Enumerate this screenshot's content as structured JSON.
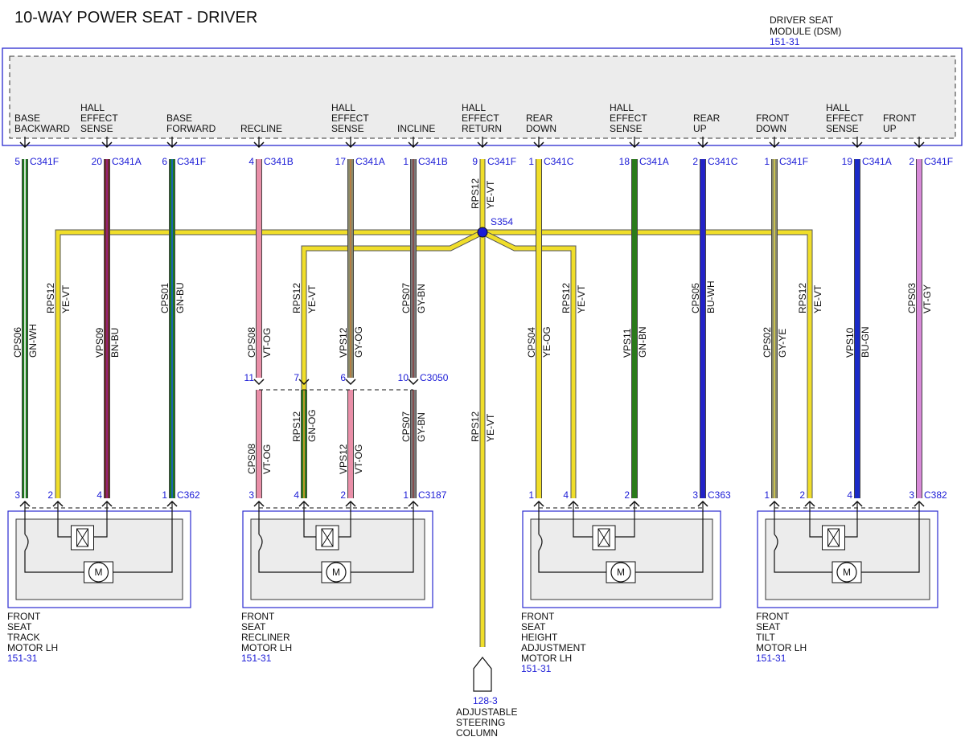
{
  "title": "10-WAY POWER SEAT - DRIVER",
  "module": {
    "name_lines": [
      "DRIVER SEAT",
      "MODULE (DSM)"
    ],
    "ref": "151-31"
  },
  "splice": {
    "label": "S354"
  },
  "inline": {
    "label": "C3050"
  },
  "colors": {
    "GN-WH": [
      "#1b7a1b",
      "#ffffff"
    ],
    "YE-VT": [
      "#f0de2a",
      "#f0de2a"
    ],
    "BN-BU": [
      "#6e2a2a",
      "#a0208a"
    ],
    "GN-BU": [
      "#1b7a1b",
      "#1a5cd6"
    ],
    "VT-OG": [
      "#e98fa8",
      "#e98fa8"
    ],
    "GY-OG": [
      "#8a8a6a",
      "#c07a3a"
    ],
    "GY-BN": [
      "#7a7a7a",
      "#8a4040"
    ],
    "YE-OG": [
      "#f0de2a",
      "#f0de2a"
    ],
    "GN-BN": [
      "#2a7a1a",
      "#2a7a1a"
    ],
    "BU-WH": [
      "#2323c8",
      "#2323c8"
    ],
    "GY-YE": [
      "#8a8a6a",
      "#d8cf4a"
    ],
    "BU-GN": [
      "#1a2ac8",
      "#1a2ac8"
    ],
    "VT-GY": [
      "#d88ad8",
      "#d88ad8"
    ],
    "GN-OG": [
      "#2a7a1a",
      "#e0a030"
    ]
  },
  "module_pins": [
    {
      "label_lines": [
        "BASE",
        "BACKWARD"
      ],
      "pin": "5",
      "conn": "C341F"
    },
    {
      "label_lines": [
        "HALL",
        "EFFECT",
        "SENSE"
      ],
      "pin": "20",
      "conn": "C341A"
    },
    {
      "label_lines": [
        "BASE",
        "FORWARD"
      ],
      "pin": "6",
      "conn": "C341F"
    },
    {
      "label_lines": [
        "RECLINE"
      ],
      "pin": "4",
      "conn": "C341B"
    },
    {
      "label_lines": [
        "HALL",
        "EFFECT",
        "SENSE"
      ],
      "pin": "17",
      "conn": "C341A"
    },
    {
      "label_lines": [
        "INCLINE"
      ],
      "pin": "1",
      "conn": "C341B"
    },
    {
      "label_lines": [
        "HALL",
        "EFFECT",
        "RETURN"
      ],
      "pin": "9",
      "conn": "C341F"
    },
    {
      "label_lines": [
        "REAR",
        "DOWN"
      ],
      "pin": "1",
      "conn": "C341C"
    },
    {
      "label_lines": [
        "HALL",
        "EFFECT",
        "SENSE"
      ],
      "pin": "18",
      "conn": "C341A"
    },
    {
      "label_lines": [
        "REAR",
        "UP"
      ],
      "pin": "2",
      "conn": "C341C"
    },
    {
      "label_lines": [
        "FRONT",
        "DOWN"
      ],
      "pin": "1",
      "conn": "C341F"
    },
    {
      "label_lines": [
        "HALL",
        "EFFECT",
        "SENSE"
      ],
      "pin": "19",
      "conn": "C341A"
    },
    {
      "label_lines": [
        "FRONT",
        "UP"
      ],
      "pin": "2",
      "conn": "C341F"
    }
  ],
  "wires": [
    {
      "circuit": "CPS06",
      "color": "GN-WH"
    },
    {
      "circuit": "RPS12",
      "color": "YE-VT"
    },
    {
      "circuit": "VPS09",
      "color": "BN-BU"
    },
    {
      "circuit": "CPS01",
      "color": "GN-BU"
    },
    {
      "circuit": "CPS08",
      "color": "VT-OG"
    },
    {
      "circuit": "RPS12",
      "color": "YE-VT"
    },
    {
      "circuit": "VPS12",
      "color": "GY-OG"
    },
    {
      "circuit": "CPS07",
      "color": "GY-BN"
    },
    {
      "circuit": "RPS12",
      "color": "YE-VT"
    },
    {
      "circuit": "CPS04",
      "color": "YE-OG"
    },
    {
      "circuit": "RPS12",
      "color": "YE-VT"
    },
    {
      "circuit": "VPS11",
      "color": "GN-BN"
    },
    {
      "circuit": "CPS05",
      "color": "BU-WH"
    },
    {
      "circuit": "CPS02",
      "color": "GY-YE"
    },
    {
      "circuit": "RPS12",
      "color": "YE-VT"
    },
    {
      "circuit": "VPS10",
      "color": "BU-GN"
    },
    {
      "circuit": "CPS03",
      "color": "VT-GY"
    }
  ],
  "inline_pins": [
    "11",
    "7",
    "6",
    "10"
  ],
  "lower_wires": [
    {
      "circuit": "CPS08",
      "color": "VT-OG"
    },
    {
      "circuit": "RPS12",
      "color": "GN-OG"
    },
    {
      "circuit": "VPS12",
      "color": "VT-OG"
    },
    {
      "circuit": "CPS07",
      "color": "GY-BN"
    },
    {
      "circuit": "RPS12",
      "color": "YE-VT"
    }
  ],
  "motors": [
    {
      "name_lines": [
        "FRONT",
        "SEAT",
        "TRACK",
        "MOTOR LH"
      ],
      "ref": "151-31",
      "conn": "C362",
      "pins": [
        "3",
        "2",
        "4",
        "1"
      ],
      "symbol": "M"
    },
    {
      "name_lines": [
        "FRONT",
        "SEAT",
        "RECLINER",
        "MOTOR LH"
      ],
      "ref": "151-31",
      "conn": "C3187",
      "pins": [
        "3",
        "4",
        "2",
        "1"
      ],
      "symbol": "M"
    },
    {
      "name_lines": [
        "FRONT",
        "SEAT",
        "HEIGHT",
        "ADJUSTMENT",
        "MOTOR LH"
      ],
      "ref": "151-31",
      "conn": "C363",
      "pins": [
        "1",
        "4",
        "2",
        "3"
      ],
      "symbol": "M"
    },
    {
      "name_lines": [
        "FRONT",
        "SEAT",
        "TILT",
        "MOTOR LH"
      ],
      "ref": "151-31",
      "conn": "C382",
      "pins": [
        "1",
        "2",
        "4",
        "3"
      ],
      "symbol": "M"
    }
  ],
  "steering": {
    "ref": "128-3",
    "name_lines": [
      "ADJUSTABLE",
      "STEERING",
      "COLUMN"
    ]
  }
}
